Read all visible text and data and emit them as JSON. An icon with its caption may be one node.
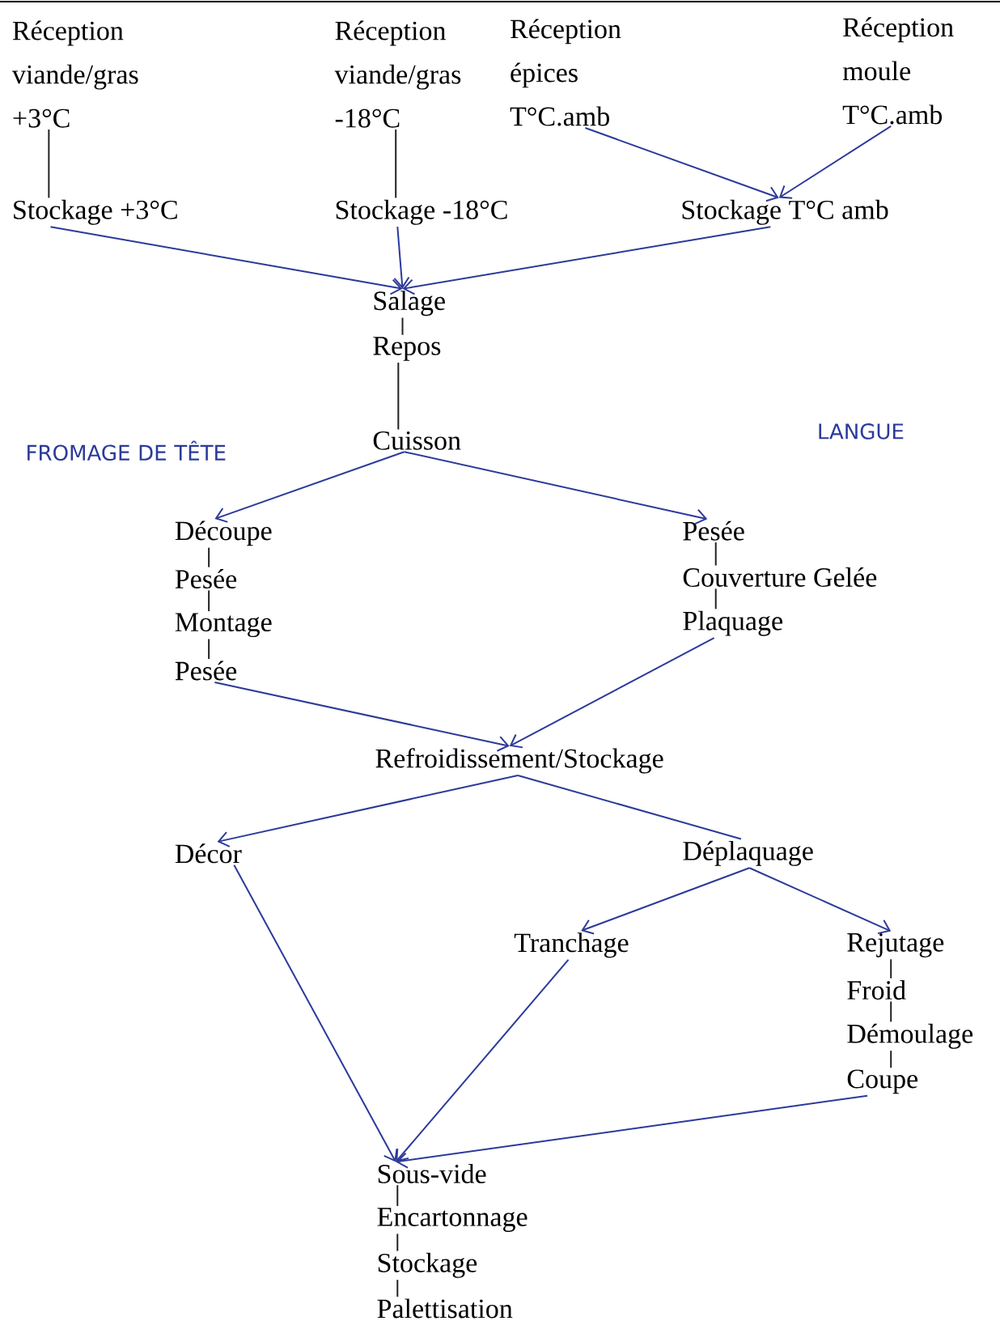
{
  "diagram": {
    "nodes": [
      {
        "text": [
          "Réception viande/gras +3°C"
        ]
      },
      {
        "text": [
          "Réception viande/gras -18°C"
        ]
      },
      {
        "text": [
          "Réception épices T°C.amb"
        ]
      },
      {
        "text": [
          "Réception moule T°C.amb"
        ]
      },
      {
        "text": [
          "Stockage +3°C"
        ]
      },
      {
        "text": [
          "Stockage -18°C"
        ]
      },
      {
        "text": [
          "Stockage T°C amb"
        ]
      },
      {
        "text": [
          "Salage"
        ]
      },
      {
        "text": [
          "Repos"
        ]
      },
      {
        "text": [
          "Cuisson"
        ]
      },
      {
        "text": [
          "Découpe"
        ]
      },
      {
        "text": [
          "Pesée"
        ]
      },
      {
        "text": [
          "Montage"
        ]
      },
      {
        "text": [
          "Pesée"
        ]
      },
      {
        "text": [
          "Pesée"
        ]
      },
      {
        "text": [
          "Couverture Gelée"
        ]
      },
      {
        "text": [
          "Plaquage"
        ]
      },
      {
        "text": [
          "Refroidissement/Stockage"
        ]
      },
      {
        "text": [
          "Décor"
        ]
      },
      {
        "text": [
          "Déplaquage"
        ]
      },
      {
        "text": [
          "Tranchage"
        ]
      },
      {
        "text": [
          "Rejutage"
        ]
      },
      {
        "text": [
          "Froid"
        ]
      },
      {
        "text": [
          "Démoulage"
        ]
      },
      {
        "text": [
          "Coupe"
        ]
      },
      {
        "text": [
          "Sous-vide"
        ]
      },
      {
        "text": [
          "Encartonnage"
        ]
      },
      {
        "text": [
          "Stockage"
        ]
      },
      {
        "text": [
          "Palettisation"
        ]
      }
    ],
    "edges": [
      {
        "from": 0,
        "to": 4,
        "arrow": "none",
        "color": "#222222"
      },
      {
        "from": 1,
        "to": 5,
        "arrow": "none",
        "color": "#222222"
      },
      {
        "from": 2,
        "to": 6,
        "arrow": "to"
      },
      {
        "from": 3,
        "to": 6,
        "arrow": "to"
      },
      {
        "from": 4,
        "to": 7,
        "arrow": "to"
      },
      {
        "from": 5,
        "to": 7,
        "arrow": "to"
      },
      {
        "from": 6,
        "to": 7,
        "arrow": "to"
      },
      {
        "from": 7,
        "to": 8,
        "arrow": "none",
        "color": "#222222"
      },
      {
        "from": 8,
        "to": 9,
        "arrow": "none",
        "color": "#222222"
      },
      {
        "from": 9,
        "to": 10,
        "arrow": "to"
      },
      {
        "from": 9,
        "to": 14,
        "arrow": "to"
      },
      {
        "from": 10,
        "to": 11,
        "arrow": "none",
        "color": "#222222"
      },
      {
        "from": 11,
        "to": 12,
        "arrow": "none",
        "color": "#222222"
      },
      {
        "from": 12,
        "to": 13,
        "arrow": "none",
        "color": "#222222"
      },
      {
        "from": 14,
        "to": 15,
        "arrow": "none",
        "color": "#222222"
      },
      {
        "from": 15,
        "to": 16,
        "arrow": "none",
        "color": "#222222"
      },
      {
        "from": 13,
        "to": 17,
        "arrow": "to"
      },
      {
        "from": 16,
        "to": 17,
        "arrow": "to"
      },
      {
        "from": 17,
        "to": 18,
        "arrow": "to"
      },
      {
        "from": 17,
        "to": 19,
        "arrow": "none"
      },
      {
        "from": 19,
        "to": 20,
        "arrow": "to"
      },
      {
        "from": 19,
        "to": 21,
        "arrow": "to"
      },
      {
        "from": 21,
        "to": 22,
        "arrow": "none",
        "color": "#222222"
      },
      {
        "from": 22,
        "to": 23,
        "arrow": "none",
        "color": "#222222"
      },
      {
        "from": 23,
        "to": 24,
        "arrow": "none",
        "color": "#222222"
      },
      {
        "from": 18,
        "to": 25,
        "arrow": "to"
      },
      {
        "from": 20,
        "to": 25,
        "arrow": "to"
      },
      {
        "from": 24,
        "to": 25,
        "arrow": "to"
      },
      {
        "from": 25,
        "to": 26,
        "arrow": "none",
        "color": "#222222"
      },
      {
        "from": 26,
        "to": 27,
        "arrow": "none",
        "color": "#222222"
      },
      {
        "from": 27,
        "to": 28,
        "arrow": "none",
        "color": "#222222"
      }
    ],
    "labels": [
      "FROMAGE DE TÊTE",
      "LANGUE"
    ]
  }
}
